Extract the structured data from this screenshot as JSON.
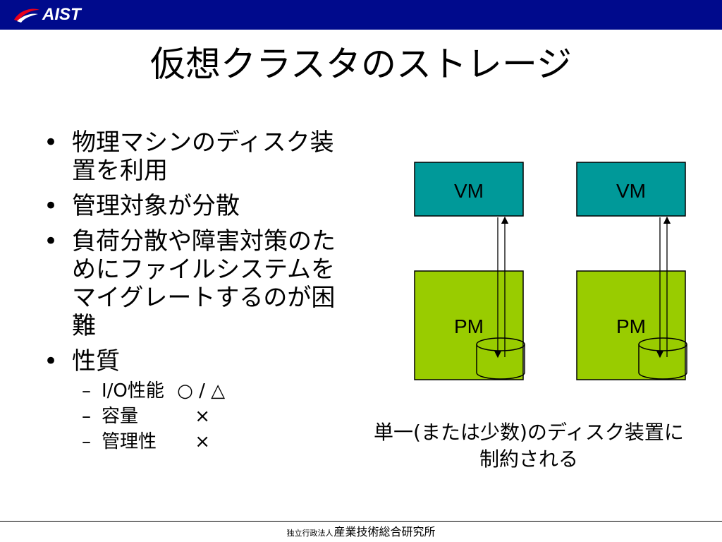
{
  "header": {
    "logo_text": "AIST",
    "bar_color": "#000a8c",
    "logo_accent_color": "#e8001c"
  },
  "title": "仮想クラスタのストレージ",
  "bullets": [
    {
      "text": "物理マシンのディスク装置を利用"
    },
    {
      "text": "管理対象が分散"
    },
    {
      "text": "負荷分散や障害対策のためにファイルシステムをマイグレートするのが困難"
    },
    {
      "text": "性質"
    }
  ],
  "bullet_marker": "•",
  "properties": [
    {
      "label": "I/O性能",
      "rating": "○ / △"
    },
    {
      "label": "容量",
      "rating": "×"
    },
    {
      "label": "管理性",
      "rating": "×"
    }
  ],
  "sub_marker": "–",
  "diagram": {
    "vm_label": "VM",
    "pm_label": "PM",
    "vm_color": "#009999",
    "pm_color": "#99cc00"
  },
  "caption": {
    "line1": "単一(または少数)のディスク装置に",
    "line2": "制約される"
  },
  "footer": {
    "small": "独立行政法人",
    "large": "産業技術総合研究所"
  }
}
